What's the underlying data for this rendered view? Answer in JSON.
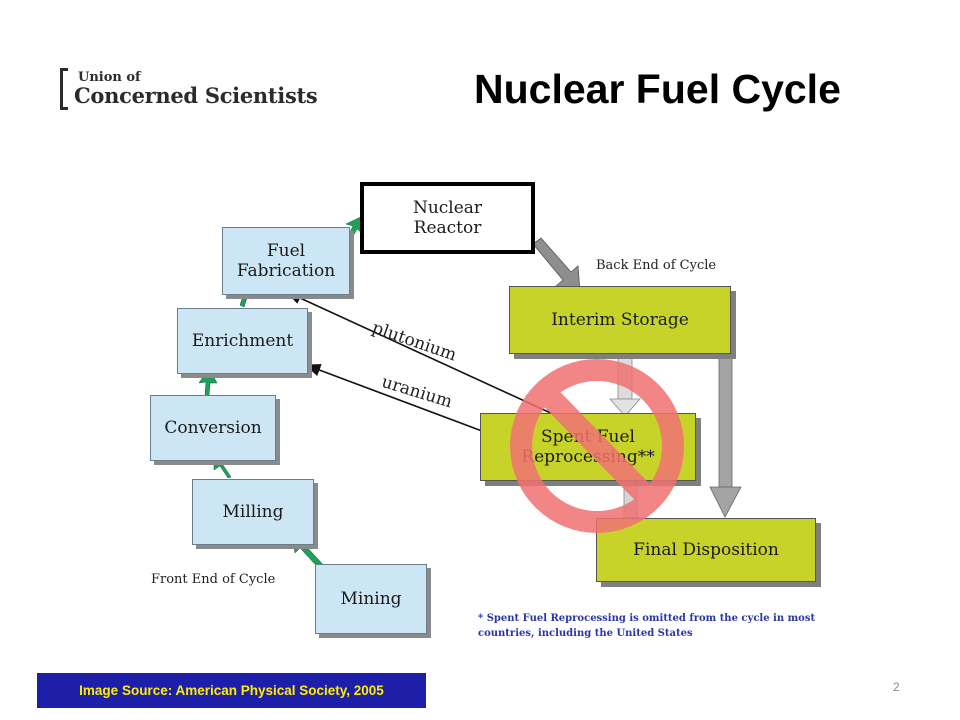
{
  "logo": {
    "line1": "Union of",
    "line2": "Concerned Scientists"
  },
  "title": "Nuclear Fuel Cycle",
  "diagram": {
    "front_end_label": "Front End of Cycle",
    "back_end_label": "Back End of Cycle",
    "steps": {
      "mining": "Mining",
      "milling": "Milling",
      "conversion": "Conversion",
      "enrichment": "Enrichment",
      "fuel_fabrication": "Fuel Fabrication",
      "nuclear_reactor": "Nuclear Reactor",
      "interim_storage": "Interim Storage",
      "spent_fuel_reprocessing": "Spent Fuel Reprocessing**",
      "final_disposition": "Final Disposition"
    },
    "flow_labels": {
      "plutonium": "plutonium",
      "uranium": "uranium"
    },
    "prohibition_symbol": "no-sign-icon",
    "footnote": "* Spent Fuel Reprocessing is omitted from the cycle in most countries, including the United States"
  },
  "source": "Image Source: American Physical Society, 2005",
  "page_number": "2",
  "colors": {
    "front_box": "#cce6f5",
    "back_box": "#c8d32a",
    "green_arrow": "#1fa05a",
    "no_sign": "#f07272",
    "source_bg": "#1d1fa8",
    "source_text": "#ffee00",
    "footnote_text": "#2a35a8"
  }
}
